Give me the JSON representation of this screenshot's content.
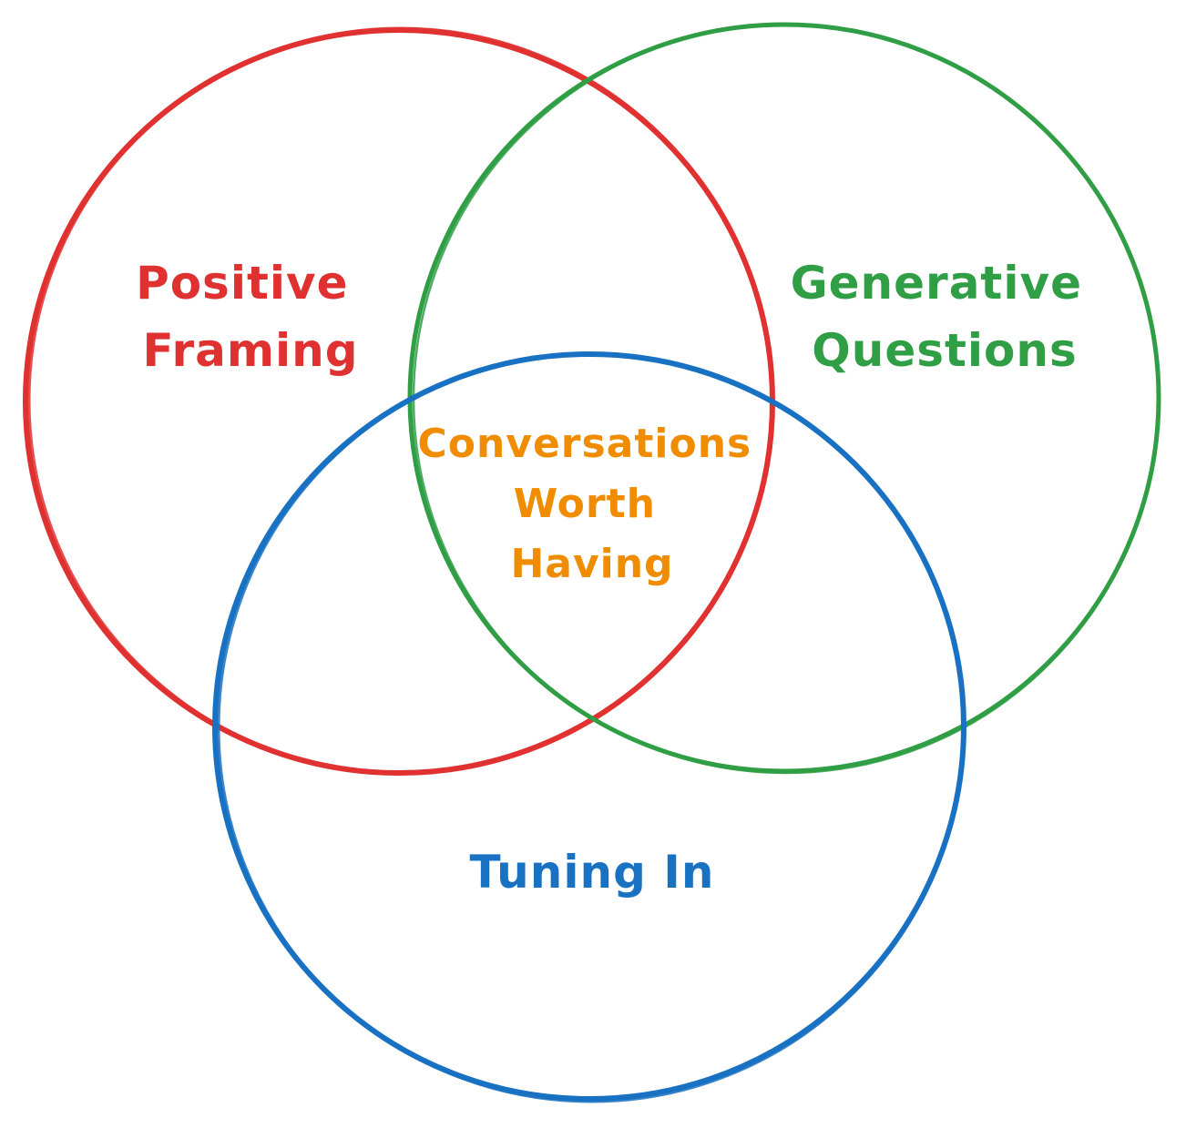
{
  "diagram": {
    "type": "venn",
    "sets": [
      {
        "id": "red",
        "color": "#e03131",
        "label_lines": [
          "Positive",
          "Framing"
        ]
      },
      {
        "id": "green",
        "color": "#2f9e44",
        "label_lines": [
          "Generative",
          "Questions"
        ]
      },
      {
        "id": "blue",
        "color": "#1971c2",
        "label_lines": [
          "Tuning In"
        ]
      }
    ],
    "intersection": {
      "color": "#f08c00",
      "label_lines": [
        "Conversations",
        "Worth",
        "Having"
      ]
    }
  }
}
